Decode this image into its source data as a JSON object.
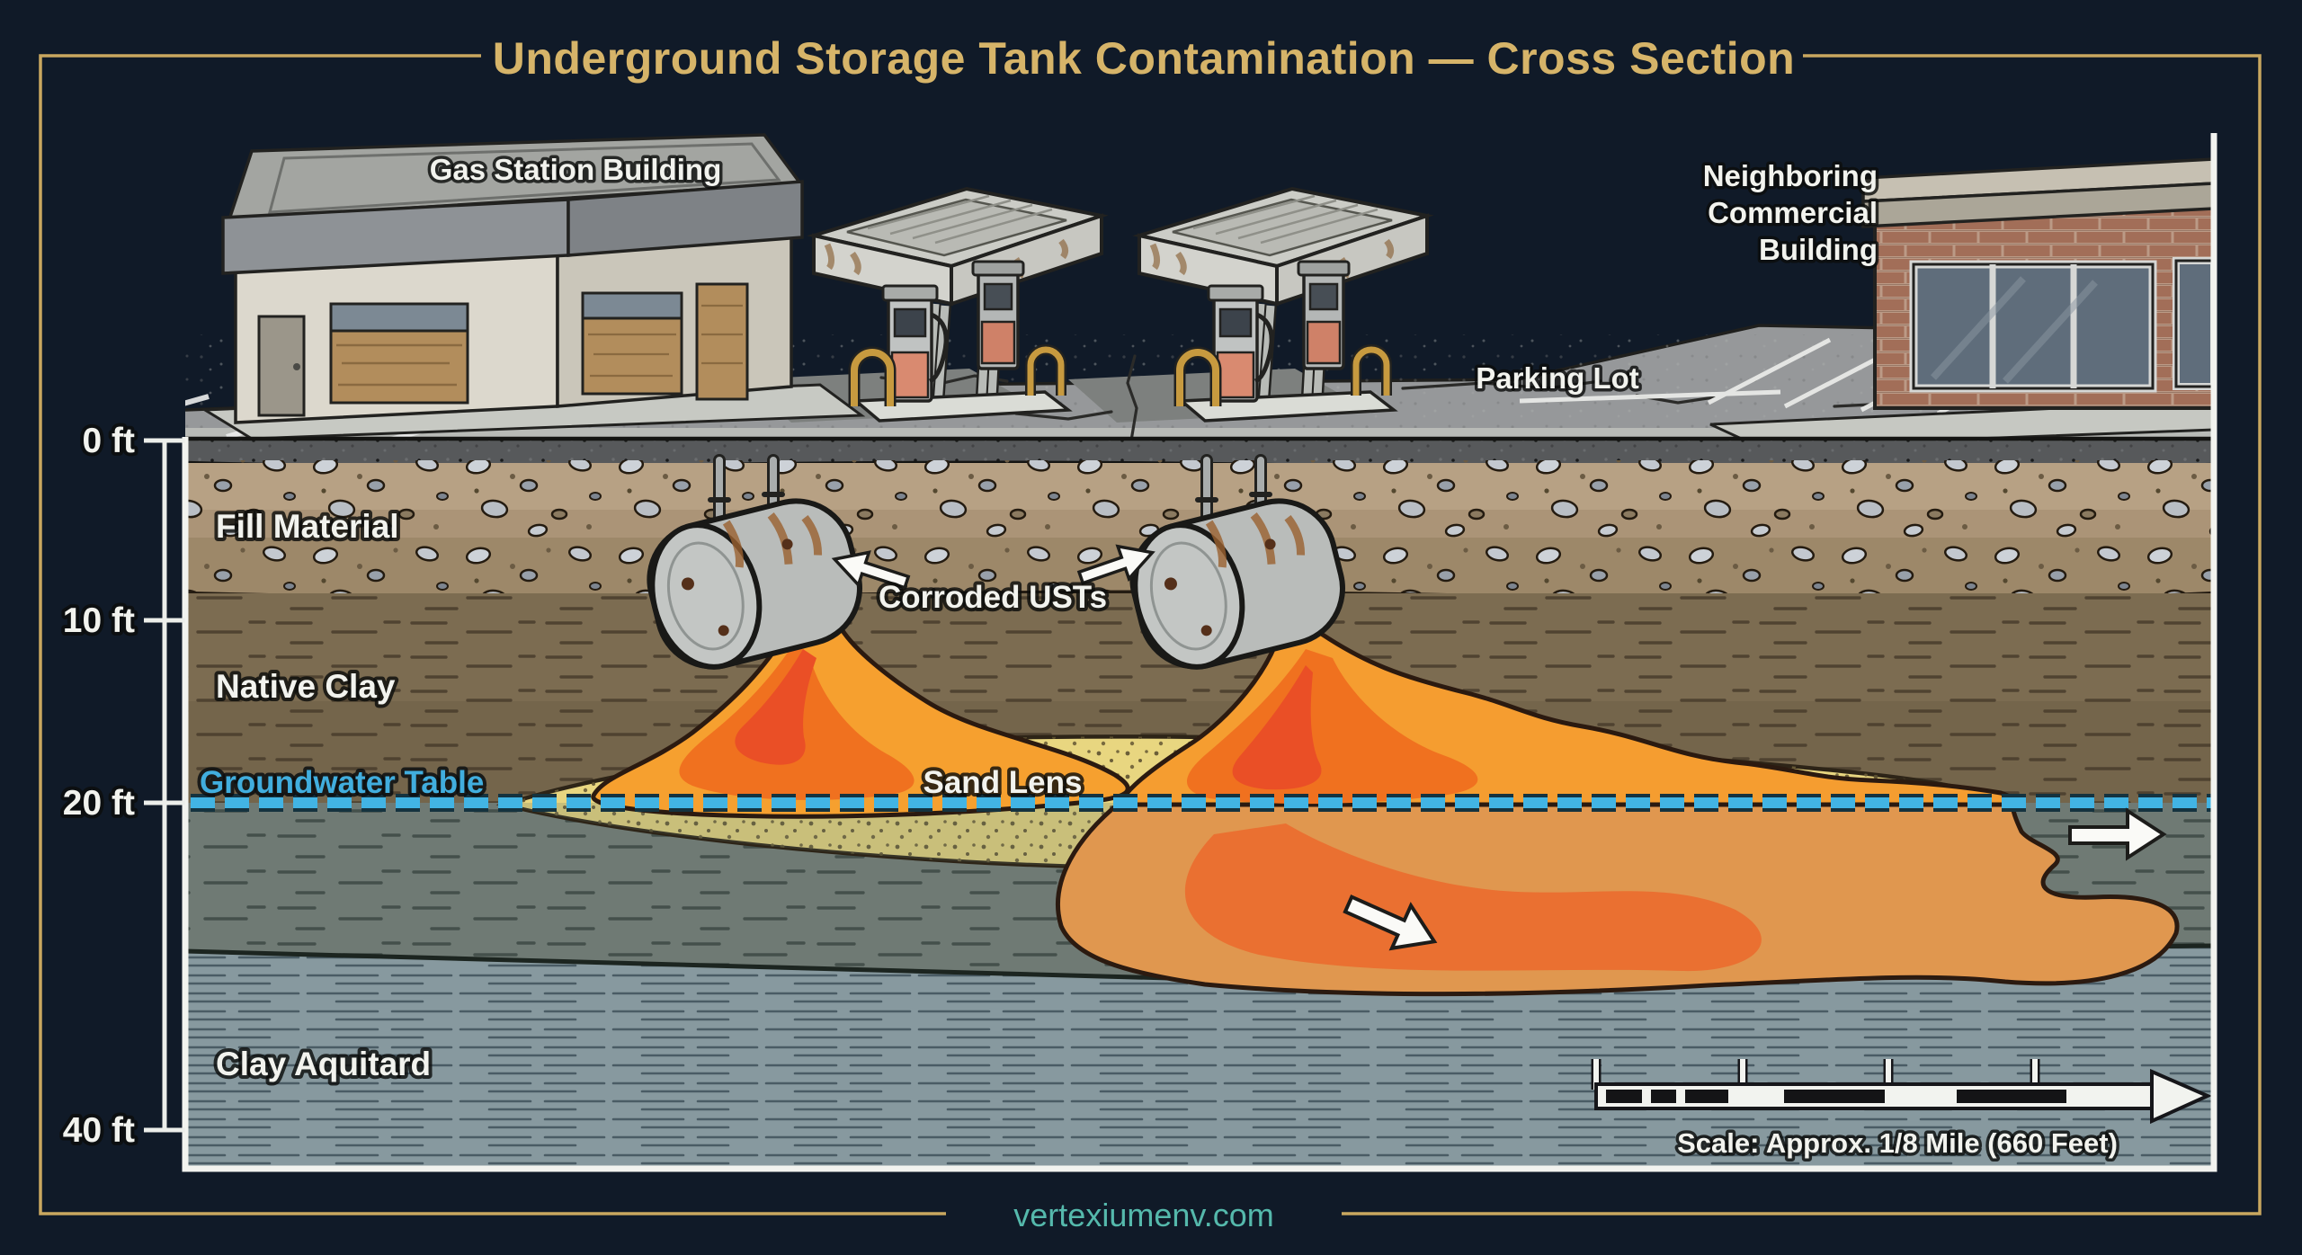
{
  "title": "Underground Storage Tank Contamination — Cross Section",
  "footer": {
    "website": "vertexiumenv.com"
  },
  "colors": {
    "background": "#101a28",
    "frame_gold": "#c9a75f",
    "title_gold": "#d6b469",
    "footer_teal": "#55b9ac",
    "groundwater_blue": "#41b0e0",
    "plume_orange": "#f59d30",
    "plume_core": "#ea5426",
    "plume_dissolved": "#e0974f",
    "sand_lens": "#e8d680",
    "panel_border": "#f2f3ef"
  },
  "surface": {
    "gas_station_label": "Gas Station Building",
    "parking_lot_label": "Parking Lot",
    "neighboring_label_lines": [
      "Neighboring",
      "Commercial",
      "Building"
    ]
  },
  "subsurface": {
    "layers": [
      {
        "label": "Fill Material"
      },
      {
        "label": "Native Clay"
      },
      {
        "label": "Clay Aquitard"
      }
    ],
    "groundwater_label": "Groundwater Table",
    "sand_lens_label": "Sand Lens",
    "usts_label": "Corroded USTs"
  },
  "depth_axis": {
    "unit": "ft",
    "marks": [
      {
        "label": "0 ft"
      },
      {
        "label": "10 ft"
      },
      {
        "label": "20 ft"
      },
      {
        "label": "40 ft"
      }
    ]
  },
  "scale_bar": {
    "label": "Scale: Approx. 1/8 Mile (660 Feet)"
  }
}
